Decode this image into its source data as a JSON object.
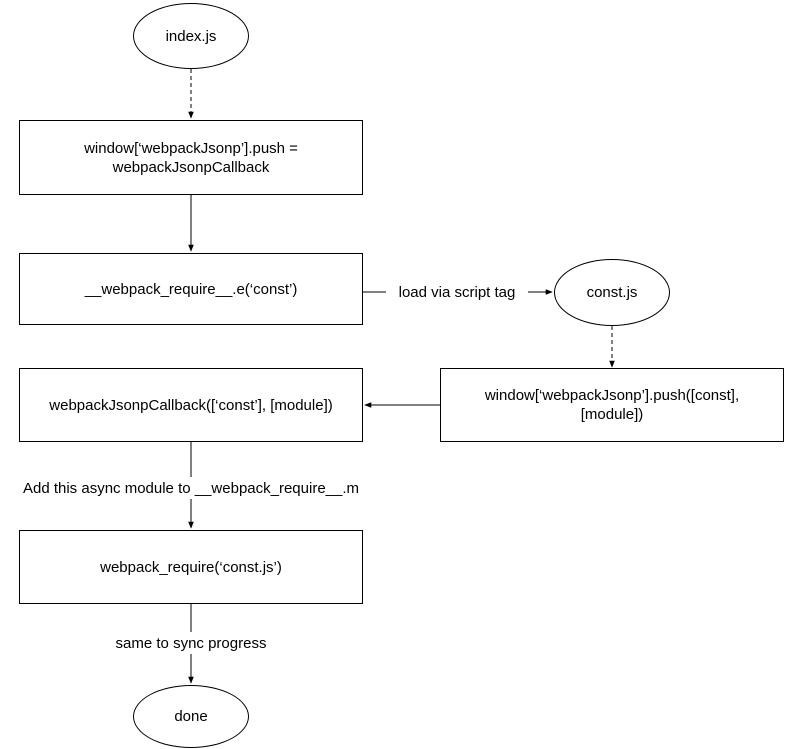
{
  "nodes": {
    "index": "index.js",
    "push_assign": "window[‘webpackJsonp’].push =\nwebpackJsonpCallback",
    "require_e": "__webpack_require__.e(‘const’)",
    "const_js": "const.js",
    "push_call": "window[‘webpackJsonp’].push([const],\n[module])",
    "callback": "webpackJsonpCallback([‘const’], [module])",
    "require_const": "webpack_require(‘const.js’)",
    "done": "done"
  },
  "edges": {
    "load": "load via script tag",
    "add_module": "Add this async module to __webpack_require__.m",
    "same_sync": "same to sync progress"
  }
}
